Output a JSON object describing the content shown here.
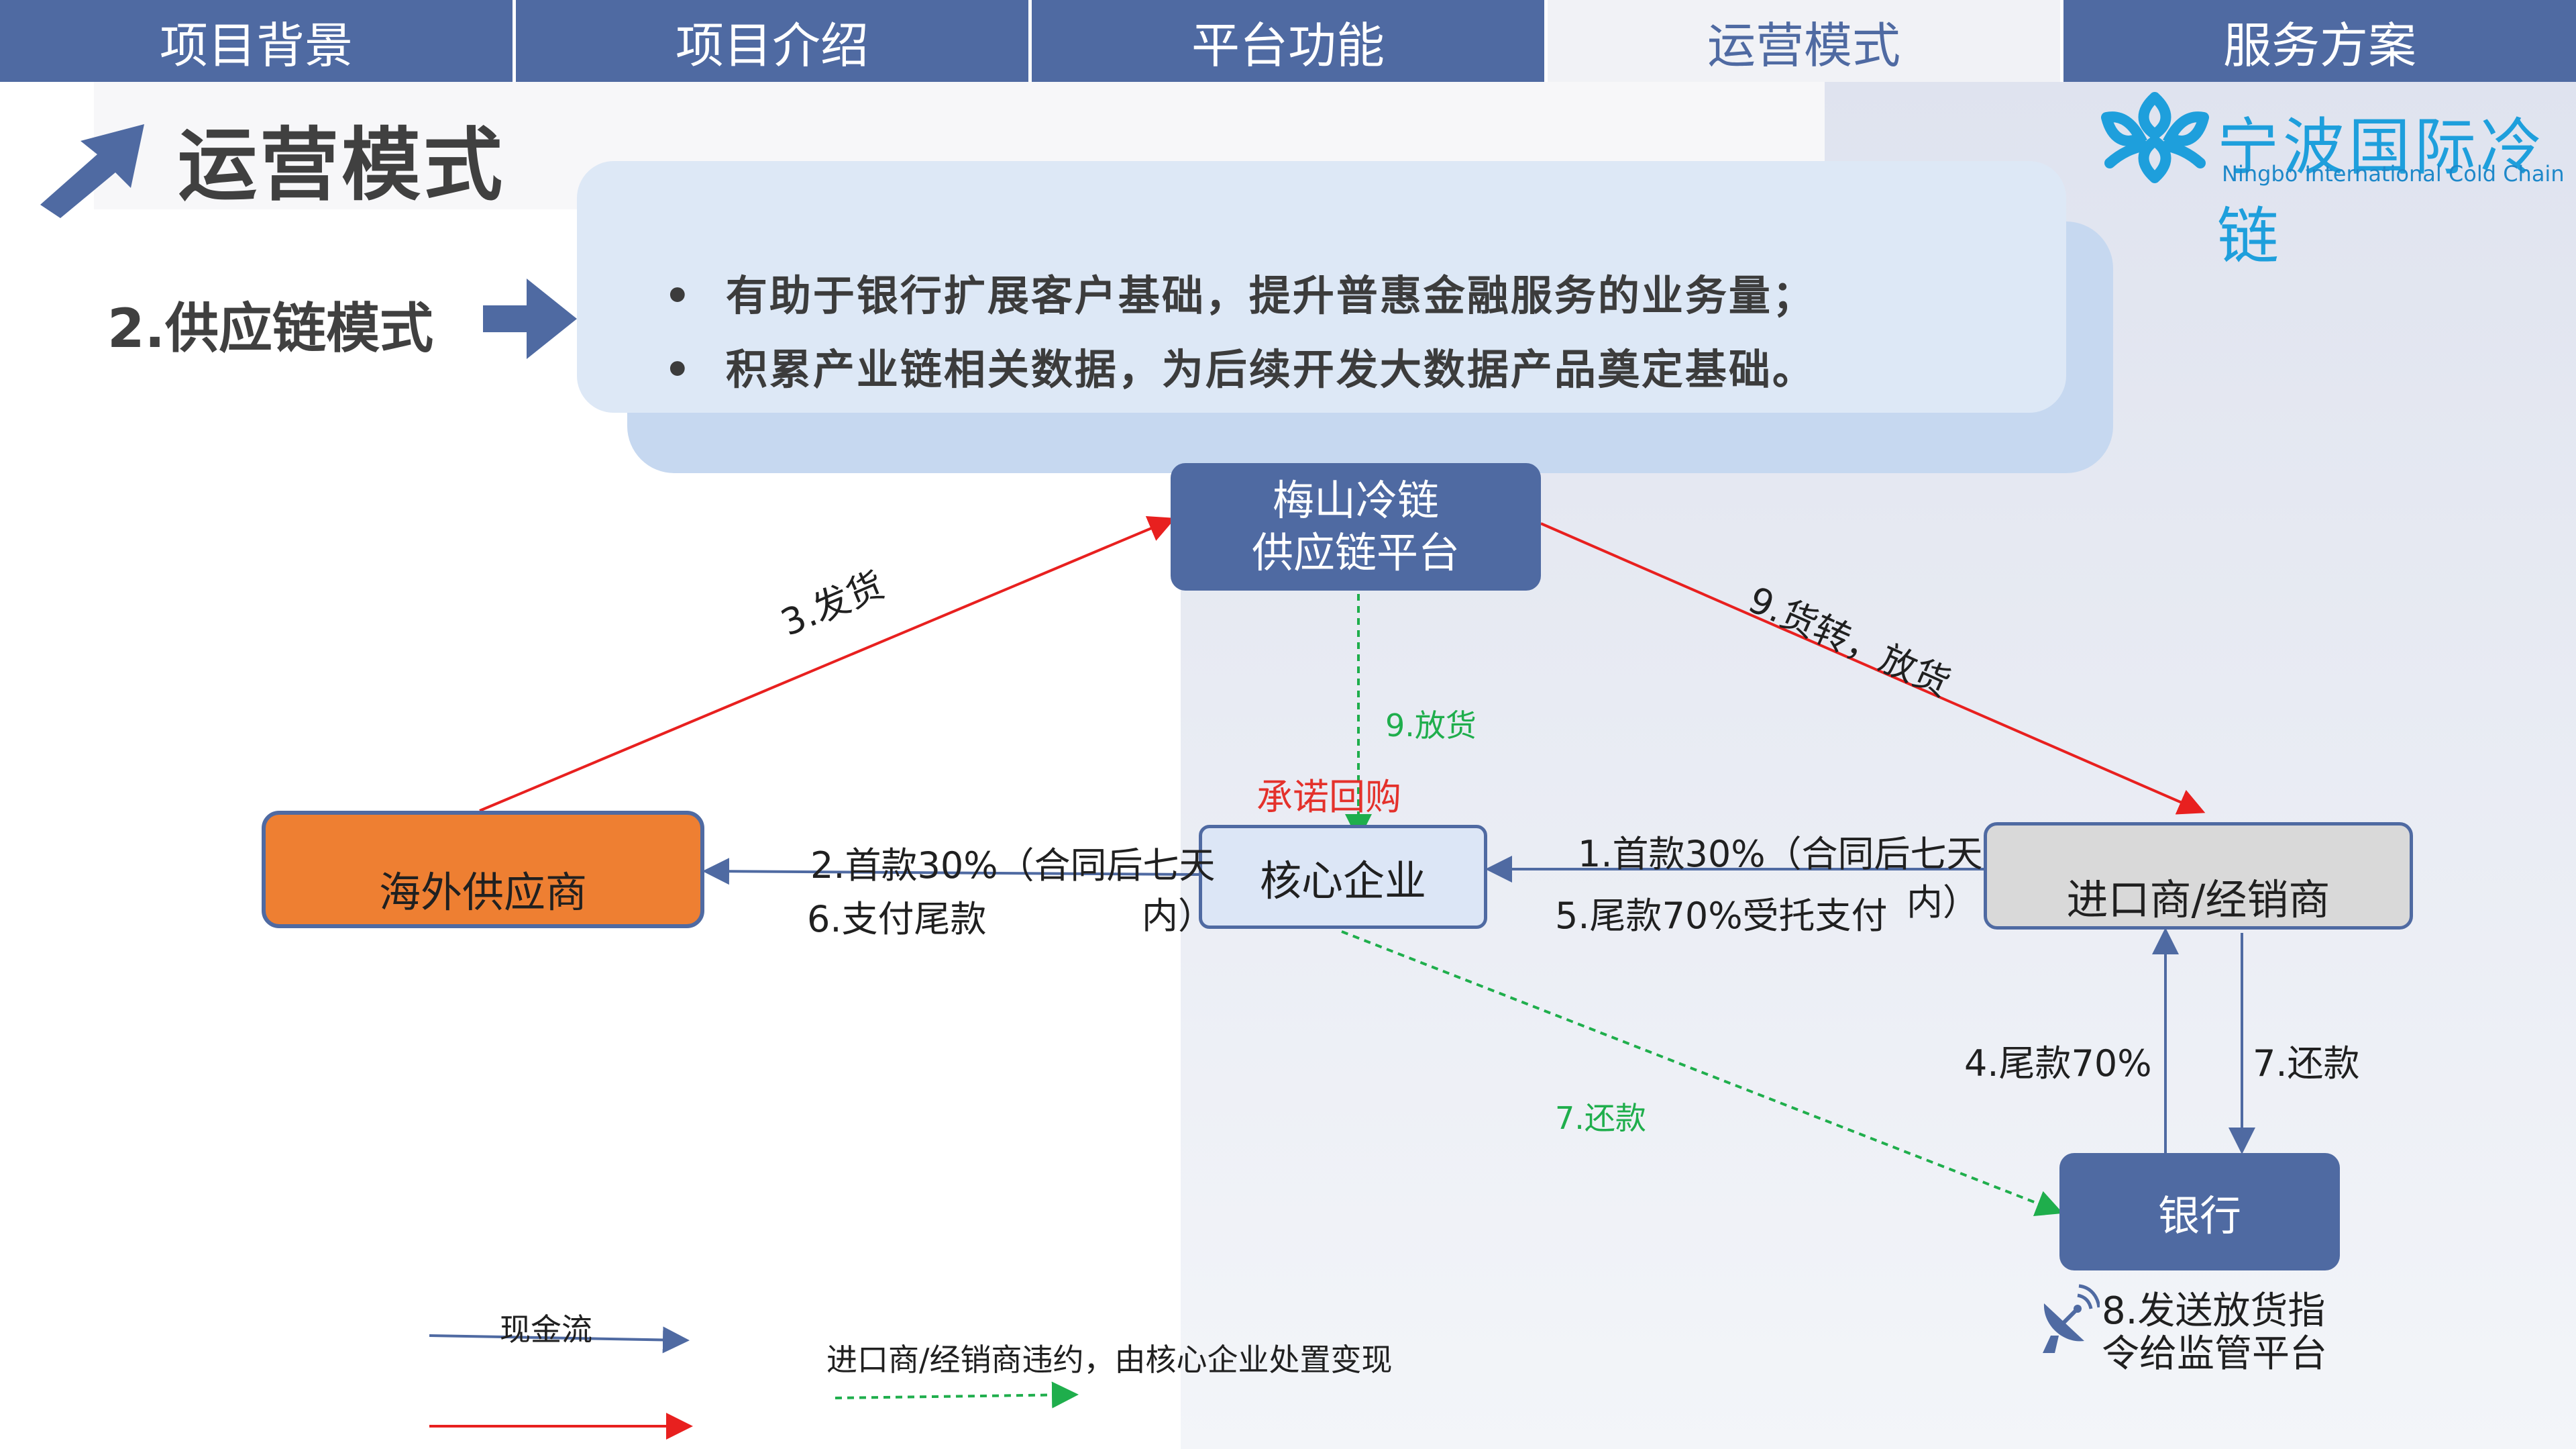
{
  "tabs": [
    {
      "label": "项目背景"
    },
    {
      "label": "项目介绍"
    },
    {
      "label": "平台功能"
    },
    {
      "label": "运营模式"
    },
    {
      "label": "服务方案"
    }
  ],
  "page_title": "运营模式",
  "logo": {
    "cn": "宁波国际冷链",
    "en": "Ningbo International Cold Chain"
  },
  "mode_label": "2.供应链模式",
  "bullets": [
    "有助于银行扩展客户基础，提升普惠金融服务的业务量；",
    "积累产业链相关数据，为后续开发大数据产品奠定基础。"
  ],
  "nodes": {
    "platform_line1": "梅山冷链",
    "platform_line2": "供应链平台",
    "supplier": "海外供应商",
    "core": "核心企业",
    "importer": "进口商/经销商",
    "bank": "银行"
  },
  "edges": {
    "ship": "3.发货",
    "transfer_release": "9.货转，放货",
    "release": "9.放货",
    "buyback": "承诺回购",
    "down_payment_left_1": "2.首款30%（合同后七天",
    "down_payment_left_2": "内）",
    "pay_balance": "6.支付尾款",
    "down_payment_right_1": "1.首款30%（合同后七天",
    "down_payment_right_2": "内）",
    "entrusted_payment": "5.尾款70%受托支付",
    "balance_70": "4.尾款70%",
    "repay_right": "7.还款",
    "repay_green": "7.还款",
    "send_instruction_1": "8.发送放货指",
    "send_instruction_2": "令给监管平台"
  },
  "legend": {
    "cash_flow": "现金流",
    "default_note": "进口商/经销商违约，由核心企业处置变现"
  },
  "colors": {
    "tab_bg": "#4f6aa2",
    "accent_blue": "#4f6aa2",
    "red_flow": "#e8201f",
    "green_flow": "#1fae4c",
    "supplier_orange": "#ee7f32"
  }
}
